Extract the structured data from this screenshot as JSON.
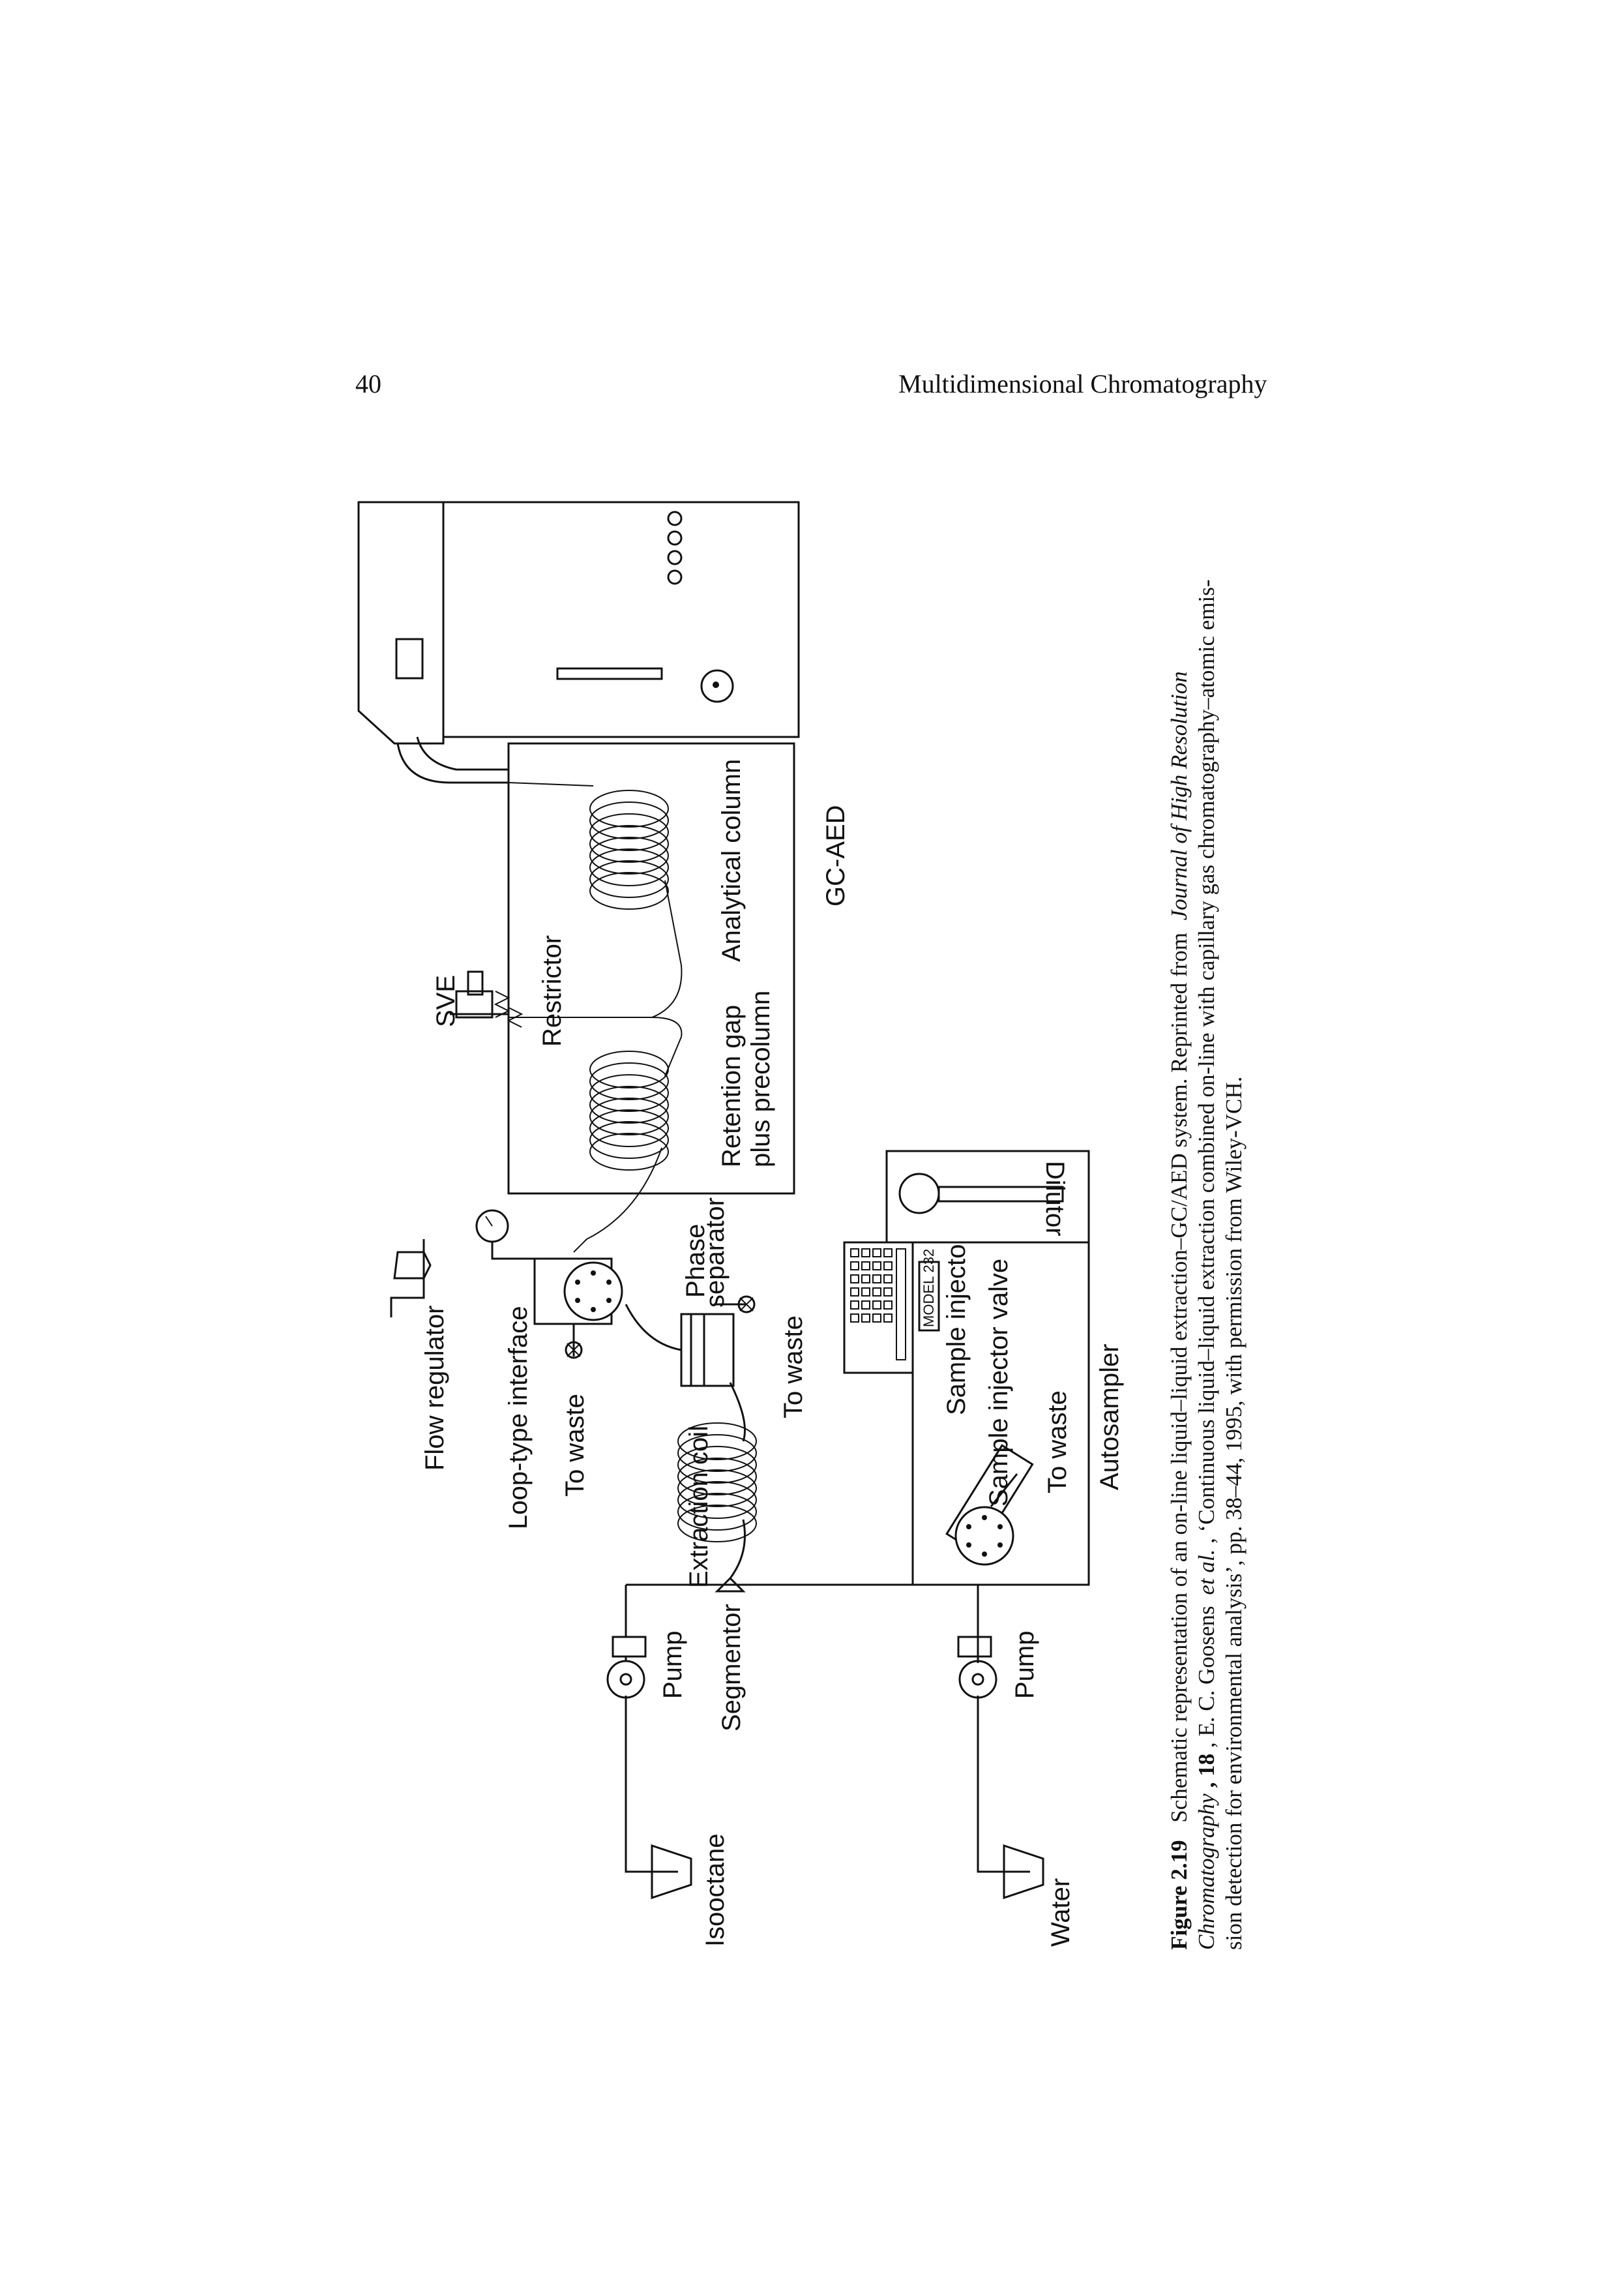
{
  "header": {
    "page_number": "40",
    "running_title": "Multidimensional Chromatography"
  },
  "figure": {
    "labels": {
      "flow_regulator": "Flow regulator",
      "loop_type_interface": "Loop-type interface",
      "to_waste_1": "To waste",
      "phase_separator_1": "Phase",
      "phase_separator_2": "separator",
      "to_waste_2": "To waste",
      "extraction_coil": "Extraction coil",
      "isooctane": "Isooctane",
      "pump_1": "Pump",
      "segmentor": "Segmentor",
      "water": "Water",
      "pump_2": "Pump",
      "sample_injector_valve": "Sample injector valve",
      "to_waste_3": "To waste",
      "sample_injector": "Sample injector",
      "autosampler": "Autosampler",
      "model": "MODEL 232",
      "dilutor": "Dilutor",
      "sve": "SVE",
      "restrictor": "Restrictor",
      "retention_gap_1": "Retention gap",
      "retention_gap_2": "plus precolumn",
      "analytical_column": "Analytical column",
      "gc_aed": "GC-AED"
    }
  },
  "caption": {
    "figure_label": "Figure 2.19",
    "line1_text": "Schematic representation of an on-line liquid–liquid extraction–GC/AED system. Reprinted from",
    "line1_journal": "Journal of High Resolution",
    "line2_journal": "Chromatography",
    "line2_vol": ", 18",
    "line2_authors_a": ", E. C. Goosens",
    "line2_etal": "et al.",
    "line2_rest": ", ‘Continuous liquid–liquid extraction combined on-line with capillary gas chromatography–atomic emis-",
    "line3": "sion detection for environmental analysis’, pp. 38–44, 1995, with permission from Wiley-VCH."
  }
}
